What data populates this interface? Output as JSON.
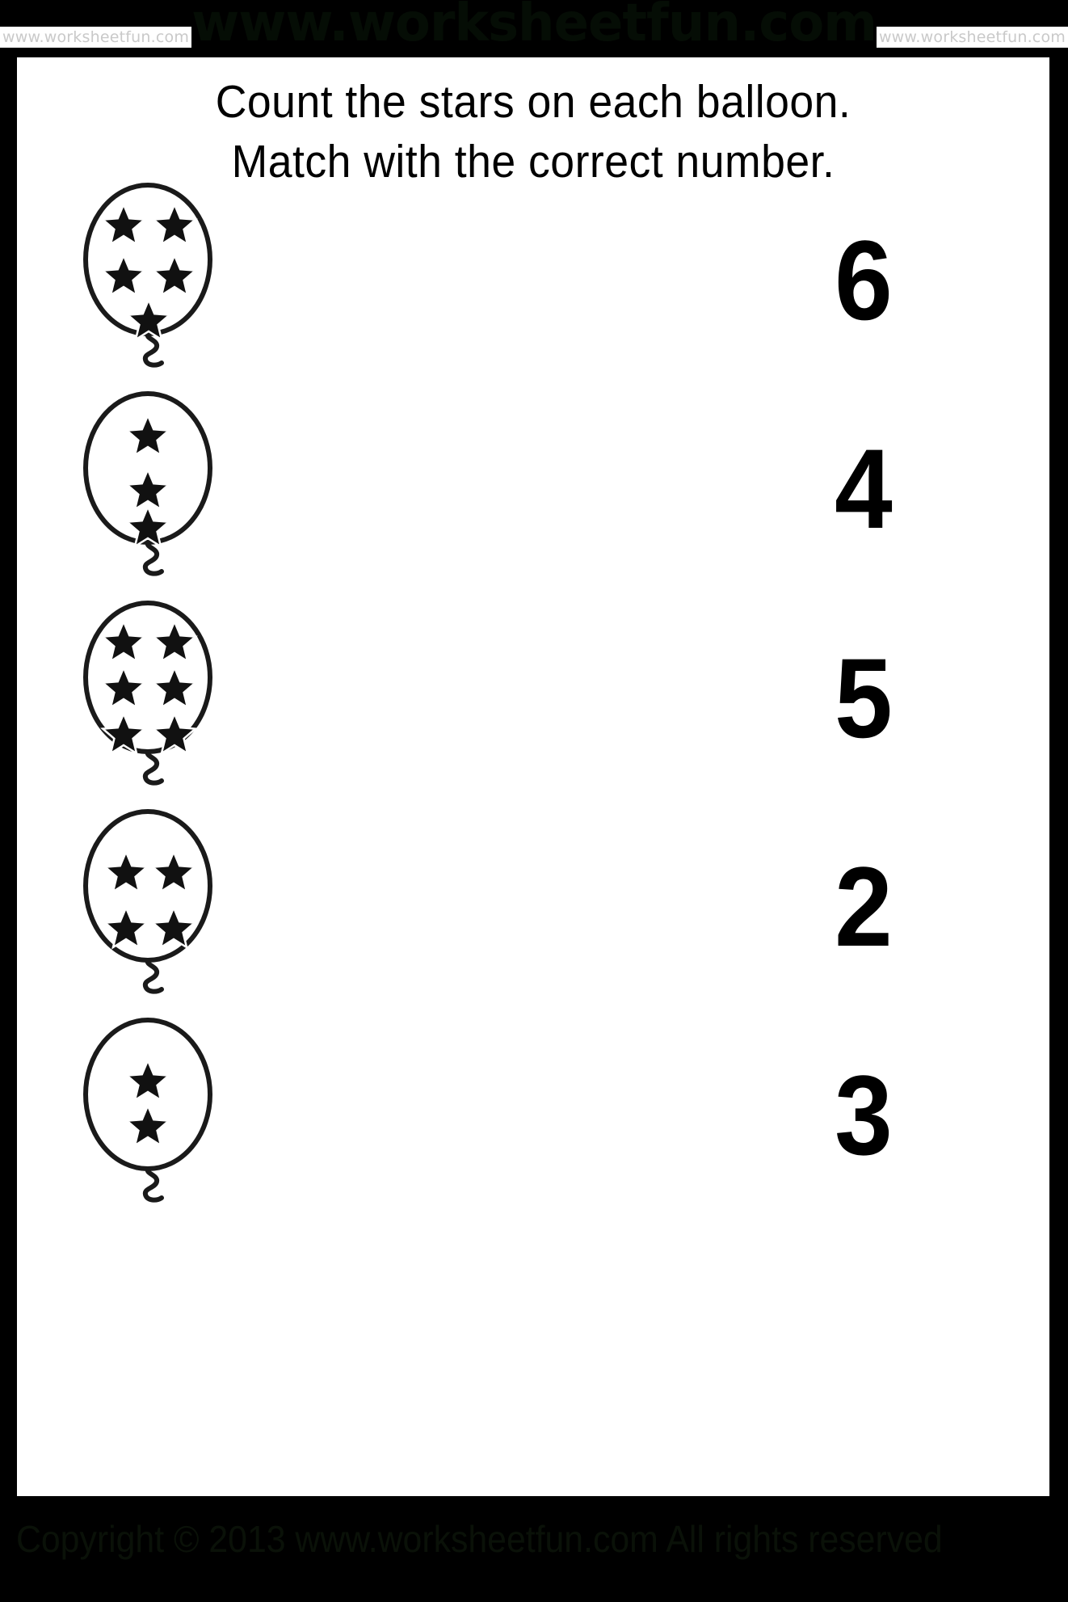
{
  "watermark": {
    "top_left": "www.worksheetfun.com",
    "top_center": "www.worksheetfun.com",
    "top_right": "www.worksheetfun.com"
  },
  "title": {
    "line1": "Count the stars on each balloon.",
    "line2": "Match with the correct number."
  },
  "footer": {
    "copyright": "Copyright © 2013 www.worksheetfun.com All rights reserved"
  },
  "colors": {
    "page_background": "#000000",
    "sheet_background": "#ffffff",
    "ink": "#000000",
    "watermark_text": "#c9c9c9",
    "footer_text": "#0a1108"
  },
  "rows": [
    {
      "star_count": 5,
      "star_layout": "2-2-1",
      "number_label": "6"
    },
    {
      "star_count": 3,
      "star_layout": "1-1-1",
      "number_label": "4"
    },
    {
      "star_count": 6,
      "star_layout": "2-2-2",
      "number_label": "5"
    },
    {
      "star_count": 4,
      "star_layout": "2-2",
      "number_label": "2"
    },
    {
      "star_count": 2,
      "star_layout": "1-1",
      "number_label": "3"
    }
  ]
}
